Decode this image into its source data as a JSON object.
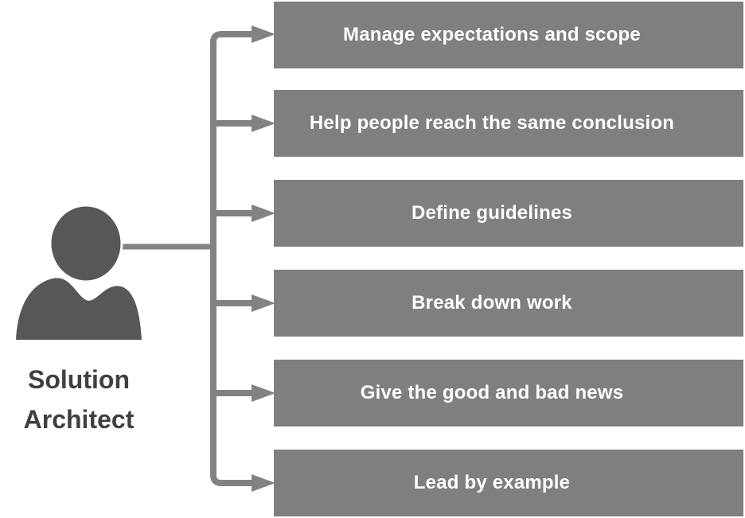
{
  "diagram": {
    "actor": {
      "label_line1": "Solution",
      "label_line2": "Architect"
    },
    "responsibilities": [
      "Manage expectations and scope",
      "Help people reach the same conclusion",
      "Define guidelines",
      "Break down work",
      "Give the good and bad news",
      "Lead by example"
    ],
    "colors": {
      "background": "#ffffff",
      "box_fill": "#7f7f7f",
      "box_text": "#ffffff",
      "connector": "#828282",
      "person_fill": "#575757",
      "label_text": "#3f3f3f"
    }
  }
}
